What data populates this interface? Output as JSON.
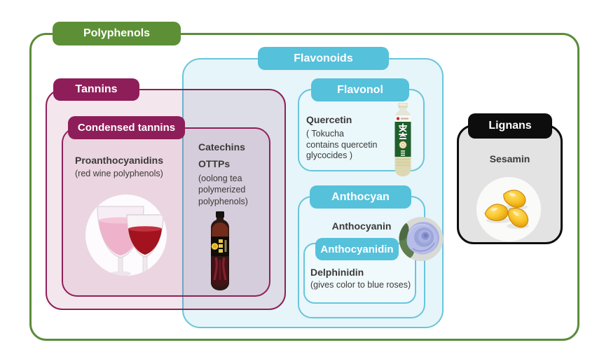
{
  "colors": {
    "green": "#5d9036",
    "green-border": "#5b8c3b",
    "magenta": "#8e2058",
    "magenta-pill": "#8e1e59",
    "blue": "#55c1db",
    "blue-border": "#68c5db",
    "black": "#0d0d0d",
    "text": "#3c3a38"
  },
  "polyphenols": {
    "label": "Polyphenols"
  },
  "flavonoids": {
    "label": "Flavonoids",
    "flavonol": {
      "label": "Flavonol",
      "item": "Quercetin",
      "note_lines": [
        "( Tokucha",
        "contains quercetin",
        "glycocides )"
      ],
      "image": "tokucha-green-tea-bottle"
    },
    "anthocyan": {
      "label": "Anthocyan",
      "item": "Anthocyanin",
      "image": "blue-rose",
      "anthocyanidin": {
        "label": "Anthocyanidin",
        "item": "Delphinidin",
        "note": "(gives color to blue roses)"
      }
    }
  },
  "tannins": {
    "label": "Tannins",
    "condensed": {
      "label": "Condensed tannins",
      "item": "Proanthocyanidins",
      "note": "(red wine polyphenols)",
      "image": "red-wine-glasses",
      "shared_with_flavonoids": {
        "item1": "Catechins",
        "item2": "OTTPs",
        "note_lines": [
          "(oolong tea",
          "polymerized",
          "polyphenols)"
        ],
        "image": "oolong-tea-bottle"
      }
    }
  },
  "lignans": {
    "label": "Lignans",
    "item": "Sesamin",
    "image": "sesamin-capsules"
  }
}
